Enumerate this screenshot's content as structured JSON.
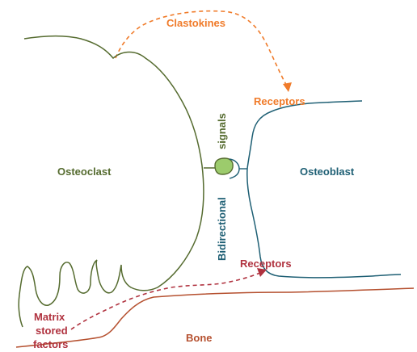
{
  "labels": {
    "clastokines": "Clastokines",
    "receptors_top": "Receptors",
    "signals": "signals",
    "bidirectional": "Bidirectional",
    "osteoclast": "Osteoclast",
    "osteoblast": "Osteoblast",
    "receptors_bottom": "Receptors",
    "matrix_line1": "Matrix",
    "matrix_line2": "stored",
    "matrix_line3": "factors",
    "bone": "Bone"
  },
  "colors": {
    "osteoclast": "#556b2f",
    "osteoblast": "#1e5f74",
    "clastokine": "#f07b2a",
    "matrix": "#b0323f",
    "bone": "#b5502f",
    "contact_fill": "#9ccb6c"
  }
}
